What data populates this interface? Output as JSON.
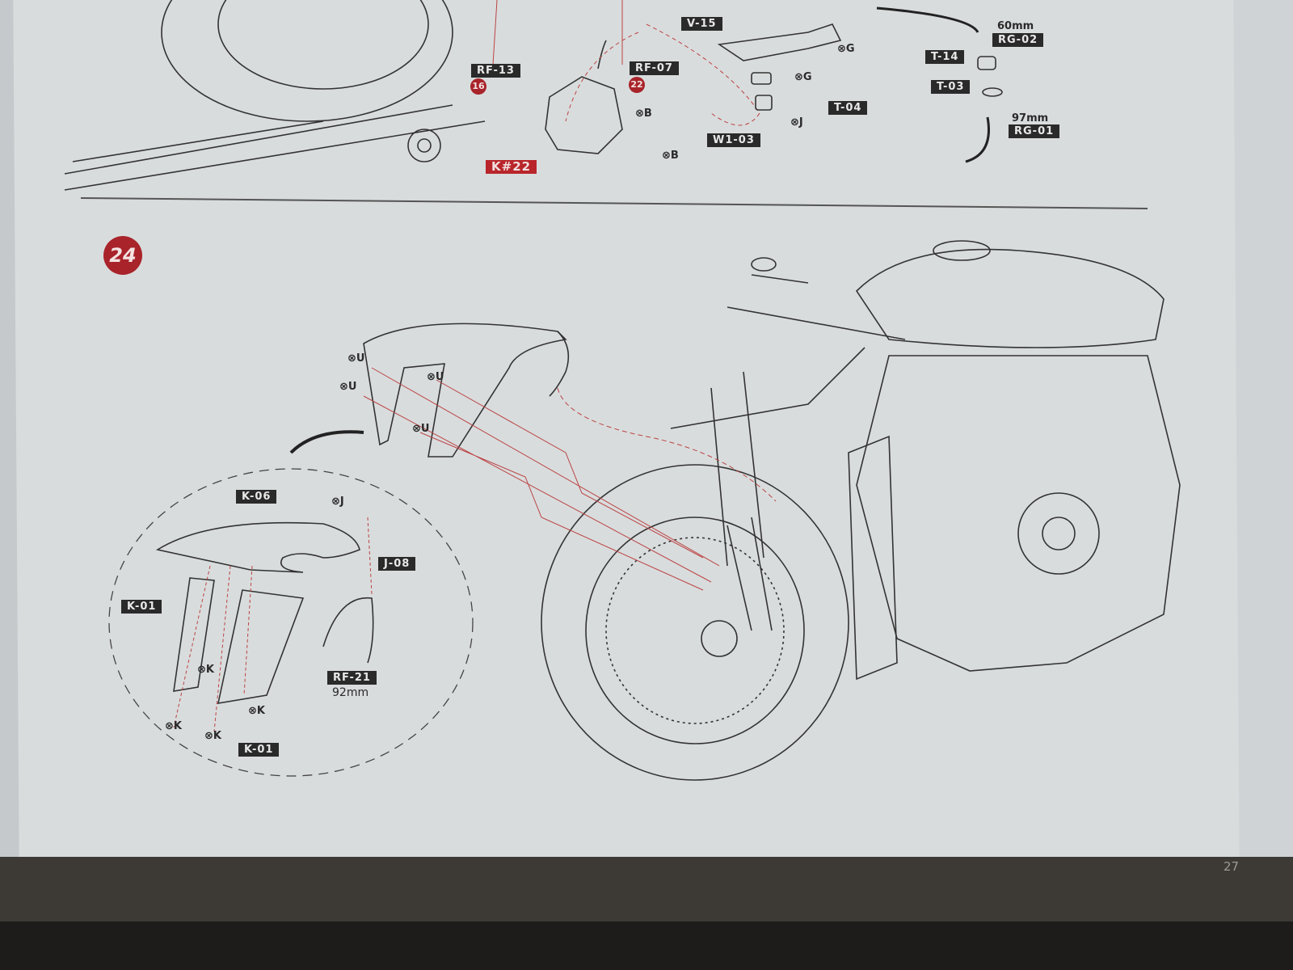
{
  "page_number": "27",
  "step": "24",
  "top_section": {
    "labels": [
      "RF-13",
      "RF-07",
      "V-15",
      "T-04",
      "W1-03",
      "T-14",
      "T-03",
      "RG-02",
      "RG-01"
    ],
    "step_refs": [
      "16",
      "22"
    ],
    "kit_ref": "K#22",
    "screws": [
      "⊗G",
      "⊗G",
      "⊗J",
      "⊗B",
      "⊗B"
    ],
    "lengths": [
      "60mm",
      "97mm"
    ]
  },
  "step24": {
    "screws_u": [
      "⊗U",
      "⊗U",
      "⊗U",
      "⊗U"
    ],
    "detail": {
      "fender": "K-06",
      "clip": "J-08",
      "screw_j": "⊗J",
      "inner_left": "K-01",
      "inner_right": "K-01",
      "screws_k": [
        "⊗K",
        "⊗K",
        "⊗K",
        "⊗K"
      ],
      "cable": "RF-21",
      "cable_length": "92mm"
    }
  },
  "colors": {
    "label_bg": "#2a2a2a",
    "accent_red": "#b8252a",
    "paper": "#d9dcdd"
  }
}
